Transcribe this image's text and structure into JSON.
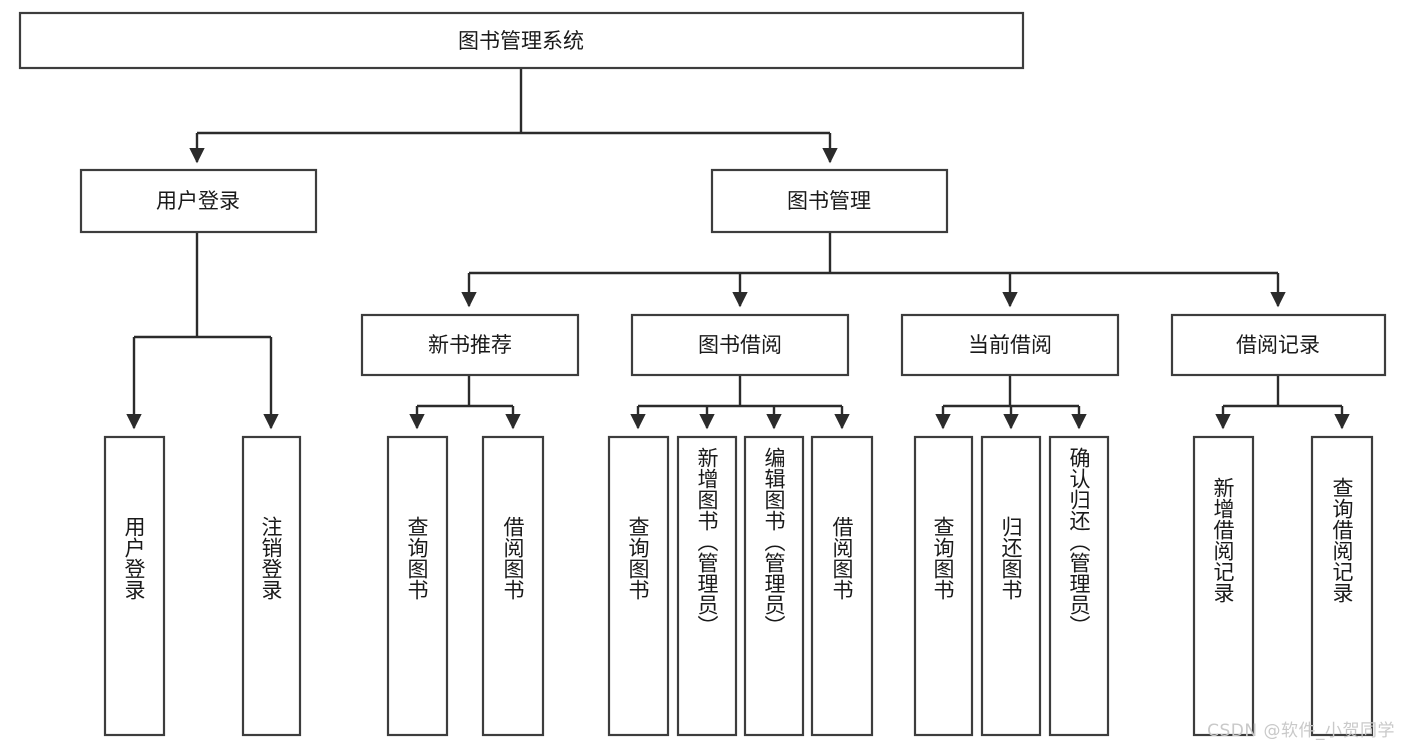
{
  "diagram": {
    "title": "图书管理系统",
    "type": "hierarchy-tree",
    "watermark": "CSDN @软件_小贺同学",
    "colors": {
      "box_stroke": "#3d3d3d",
      "connector": "#2b2b2b",
      "box_fill": "#ffffff",
      "text": "#1a1a1a",
      "watermark": "#c9c9c9"
    },
    "root": {
      "label": "图书管理系统"
    },
    "level2": [
      {
        "label": "用户登录"
      },
      {
        "label": "图书管理"
      }
    ],
    "level3": [
      {
        "label": "新书推荐"
      },
      {
        "label": "图书借阅"
      },
      {
        "label": "当前借阅"
      },
      {
        "label": "借阅记录"
      }
    ],
    "leaves": {
      "user_login": [
        {
          "label": "用户登录"
        },
        {
          "label": "注销登录"
        }
      ],
      "new_book": [
        {
          "label": "查询图书"
        },
        {
          "label": "借阅图书"
        }
      ],
      "book_borrow": [
        {
          "label": "查询图书"
        },
        {
          "label": "新增图书（管理员）"
        },
        {
          "label": "编辑图书（管理员）"
        },
        {
          "label": "借阅图书"
        }
      ],
      "current_borrow": [
        {
          "label": "查询图书"
        },
        {
          "label": "归还图书"
        },
        {
          "label": "确认归还（管理员）"
        }
      ],
      "borrow_record": [
        {
          "label": "新增借阅记录"
        },
        {
          "label": "查询借阅记录"
        }
      ]
    }
  }
}
